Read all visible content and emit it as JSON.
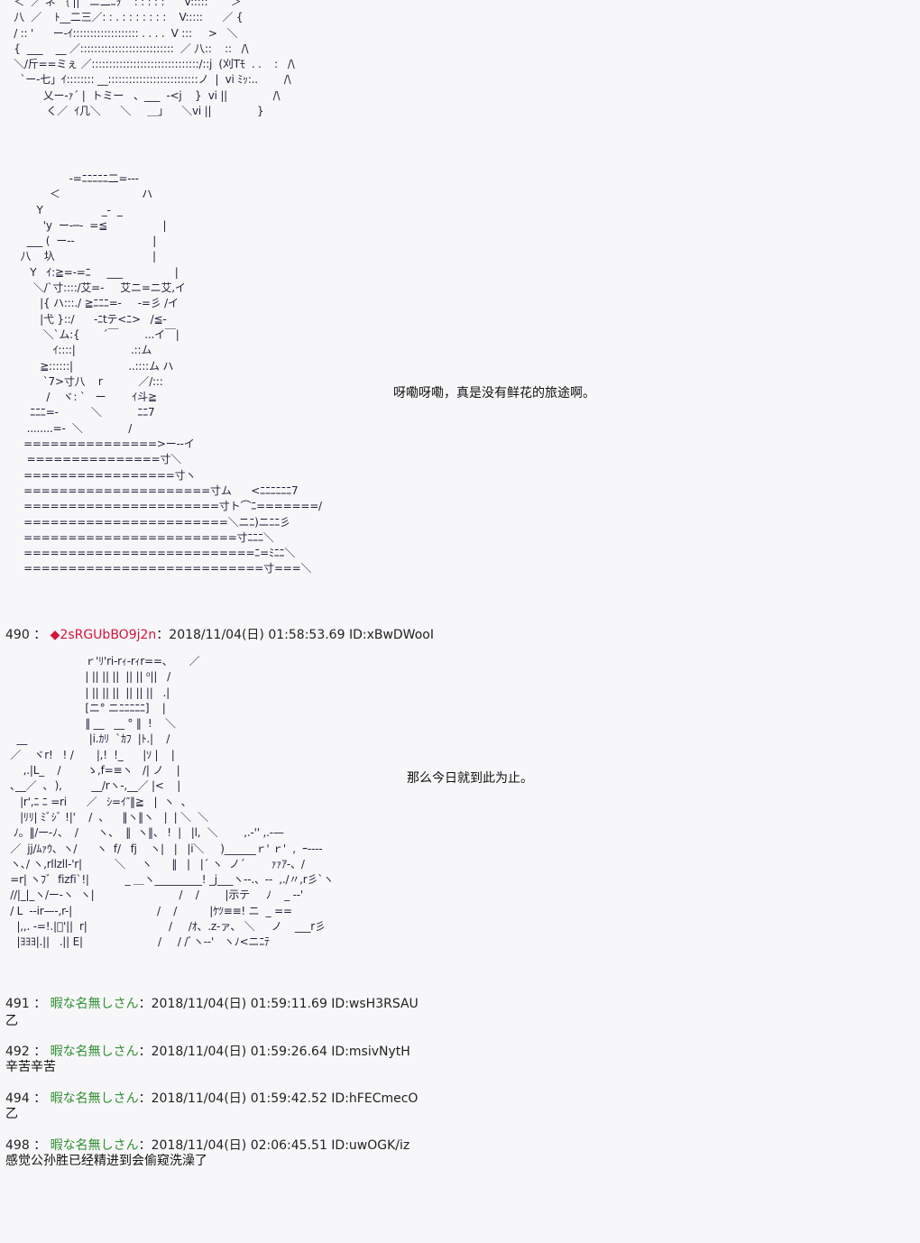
{
  "aa_top": "  ＜  ／ ネ ｛ ||   ニ二ﾆｦ    : : : : :      V:::::       ＞\n  八  ／    ﾄ__二三／: : . : : : : : : :    V:::::      ／ {\n  / :: '      ー-ｲ::::::::::::::::::: . . . .  V :::     >   ＼\n  {  ___    __ ／:::::::::::::::::::::::::::  ／ 八::    ::   /\\\n  ＼/斤==ミぇ ／:::::::::::::::::::::::::::::::/::j  (刈Tﾓ  . .    :   /\\\n    `ー-七」ｲ:::::::: __::::::::::::::::::::::::::ノ  |  vi ﾐｯ:..        /\\\n           乂ー-ｧ´ |  トミー   、___  -<j    }  vi ||              /\\\n            く／  ｲ几＼      ＼     ＿」    ＼vi ||              }",
  "aa_mid": "                   -=ﾆﾆﾆﾆﾆ二=--‐\n             ＜                         ハ\n         Y                  _‐  _\n           'y  ー‐─‐  =≦                 |\n      ___ (  ー-‐                        |\n    八    圦                              |\n       Y   ｲ:≧=-=ﾆ     ___                |\n        ＼/`寸::::/艾=-     艾ニ=ニ艾,イ\n          |{ ハ:::./ ≧ﾆﾆﾆ=-     -=彡 /イ\n          |弋 }::/      -ﾆtテ<ﾆ>   /≦-\n           ＼`ム:{       ´￣        ...イ￣|\n              ｲ::::|                 .::ム\n          ≧::::::|                 ..::::ム ハ\n           `7>寸八    r           ／/:::\n            /    ヾ: `   ー        ｲ斗≧\n       ﾆﾆﾆ=-          ＼           ﾆﾆ7\n      ........=-  ＼              /\n     ===============>ー-‐イ\n      ===============寸＼\n     =================寸ヽ\n     =====================寸ム      <ﾆﾆﾆﾆﾆﾆ7\n     ======================寸ト⌒ﾆ=======/\n     =======================＼ニﾆ)ニﾆﾆ彡\n     ========================寸ﾆﾆﾆ＼\n     ==========================ﾆ=ﾐﾆﾆ＼\n     ===========================寸===＼",
  "aa_bot": "                         ｒ'ﾘ'ri-rｨ-rｨr==、     ／\n                         | || || ||  || || ⁰||   /\n                         | || || ||  || || ||   .|\n                         [ニ° ニﾆﾆﾆﾆﾆ]    |\n                         ‖ __   __ ° ‖  !    ＼\n    __                   |i.ｶﾘ  `ｶﾌ  |ﾄ.|    /\n  ／    ヾr!   ! /       |,!  !_      |ｿ |    |\n      ,.|L_    /        ゝ,f=≡ヽ   /| ノ    |\n  ､__／  ､  ),         __/rヽ-,__／ |<    |\n     |r',ﾆ ﾆ =ri      ／   ｼ=ｲ″‖≧   |  ヽ  、\n     |ﾘﾘ| ﾐﾞｼﾞ !|'    /  、    ‖ヽ‖ヽ   |  | ＼  ＼\n   ﾉ。‖/ー-ﾉ、  /      ヽ、  ‖  ヽ‖、 !  |   |l,  ＼        ,.-'' ,.-—\n  ／  jj/ﾑｧｳ、ヽ/      ヽ  f/   fj    ヽ|   |   |i＼     )______ｒ' ｒ'  ,  ｰ-‐‐-\n  ヽ､/ ヽ,rllzll‐'r|          ＼     ヽ      ‖   |   |´ ヽ  ノ´        ｧｧｱ-、/\n  =r| ヽﾌﾞ  fizfi`!|           _ ＿ヽ_________! _j___ヽ--.、--  ,./〃,r彡`ヽ\n  //|_|_ヽ/ー-ヽ  ヽ|                          /    /        |示テ     ﾉ    _ -‐'\n  / L  --ir—-,r-|                          /    /          |ｹﾂ≡≡! ニ  _ ==\n    |,,. -=!.|ﾞ'||  r|                         /     /ｵ、.z-ァ、 ＼     ノ    ___r彡\n    |ﾖﾖﾖ|.||   .|| E|                       /     / /ﾞヽ-‐'   ヽﾉ<ニﾆﾃ",
  "dialogue_1": "呀嘞呀嘞，真是没有鲜花的旅途啊。",
  "dialogue_2": "那么今日就到此为止。",
  "posts": [
    {
      "num": "490",
      "sep": "：",
      "name": "◆2sRGUbBO9j2n",
      "meta": "：2018/11/04(日) 01:58:53.69 ID:xBwDWooI",
      "body": ""
    },
    {
      "num": "491",
      "sep": "：",
      "name": "暇な名無しさん",
      "meta": "：2018/11/04(日) 01:59:11.69 ID:wsH3RSAU",
      "body": "乙"
    },
    {
      "num": "492",
      "sep": "：",
      "name": "暇な名無しさん",
      "meta": "：2018/11/04(日) 01:59:26.64 ID:msivNytH",
      "body": "辛苦辛苦"
    },
    {
      "num": "494",
      "sep": "：",
      "name": "暇な名無しさん",
      "meta": "：2018/11/04(日) 01:59:42.52 ID:hFECmecO",
      "body": "乙"
    },
    {
      "num": "498",
      "sep": "：",
      "name": "暇な名無しさん",
      "meta": "：2018/11/04(日) 02:06:45.51 ID:uwOGK/iz",
      "body": "感觉公孙胜已经精进到会偷窥洗澡了"
    }
  ],
  "colors": {
    "trip_name": "#d4143c",
    "anon_name": "#2f8f2f",
    "background": "#f7f7f9"
  }
}
